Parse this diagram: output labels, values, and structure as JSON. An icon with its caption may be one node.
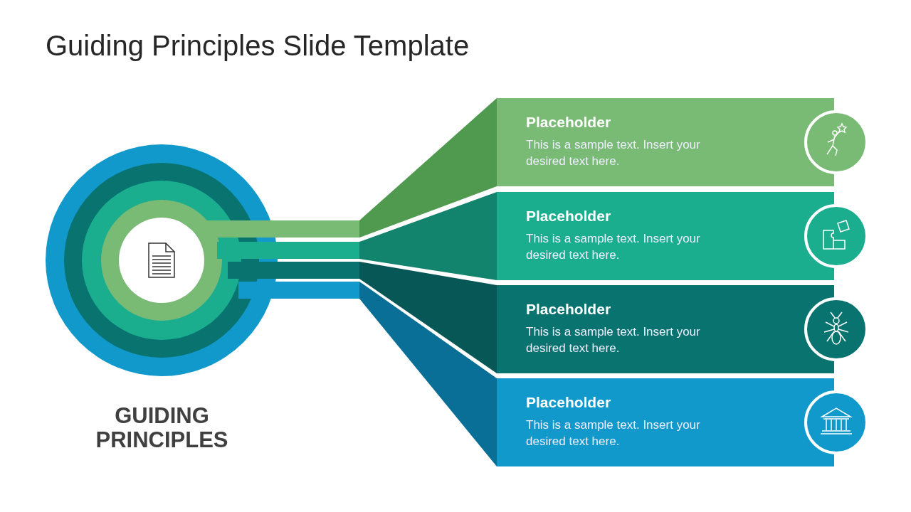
{
  "diagram": {
    "title": "Guiding Principles Slide Template",
    "nodes": [
      {
        "text": [
          "Placeholder",
          "This is a sample text. Insert your desired text here."
        ]
      },
      {
        "text": [
          "Placeholder",
          "This is a sample text. Insert your desired text here."
        ]
      },
      {
        "text": [
          "Placeholder",
          "This is a sample text. Insert your desired text here."
        ]
      },
      {
        "text": [
          "Placeholder",
          "This is a sample text. Insert your desired text here."
        ]
      }
    ],
    "labels": [
      "GUIDING PRINCIPLES"
    ]
  }
}
